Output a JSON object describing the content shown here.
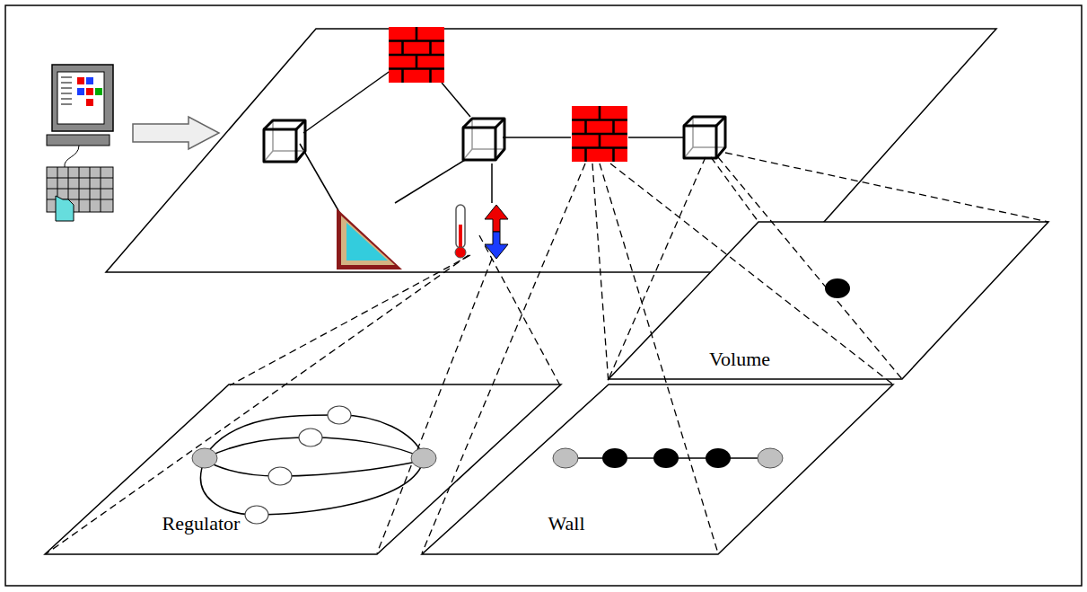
{
  "diagram": {
    "nodes": [
      {
        "text": [
          "Volume"
        ]
      },
      {
        "text": [
          "Regulator"
        ]
      },
      {
        "text": [
          "Wall"
        ]
      }
    ]
  }
}
